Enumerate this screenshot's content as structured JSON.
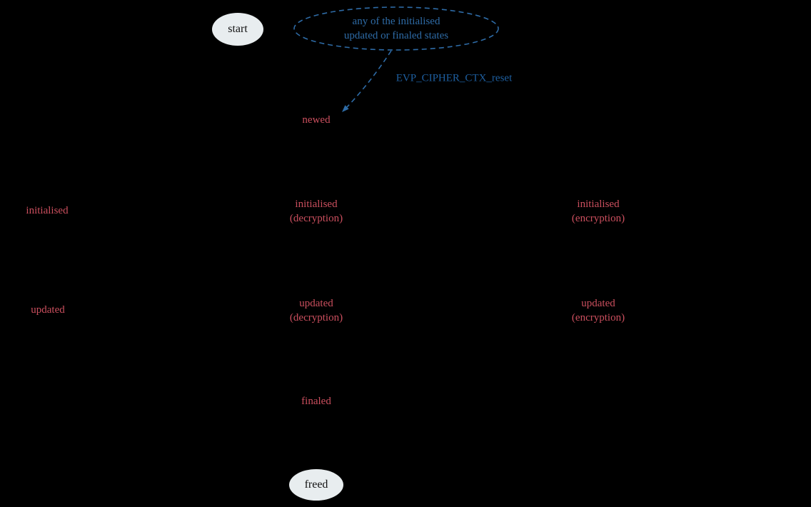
{
  "diagram": {
    "colors": {
      "background": "#000000",
      "state_text": "#cb4f5e",
      "blue": "#2e6ba6",
      "edge_label_color": "#1e5fa0",
      "terminal_fill": "#e8edef",
      "terminal_text": "#111111"
    },
    "terminals": {
      "start": "start",
      "freed": "freed"
    },
    "dashed_ellipse": {
      "line1": "any of the initialised",
      "line2": "updated or finaled states"
    },
    "edge_label": "EVP_CIPHER_CTX_reset",
    "states": [
      {
        "id": "newed",
        "lines": [
          "newed"
        ]
      },
      {
        "id": "initialised",
        "lines": [
          "initialised"
        ]
      },
      {
        "id": "initialised-decryption",
        "lines": [
          "initialised",
          "(decryption)"
        ]
      },
      {
        "id": "initialised-encryption",
        "lines": [
          "initialised",
          "(encryption)"
        ]
      },
      {
        "id": "updated",
        "lines": [
          "updated"
        ]
      },
      {
        "id": "updated-decryption",
        "lines": [
          "updated",
          "(decryption)"
        ]
      },
      {
        "id": "updated-encryption",
        "lines": [
          "updated",
          "(encryption)"
        ]
      },
      {
        "id": "finaled",
        "lines": [
          "finaled"
        ]
      }
    ]
  }
}
